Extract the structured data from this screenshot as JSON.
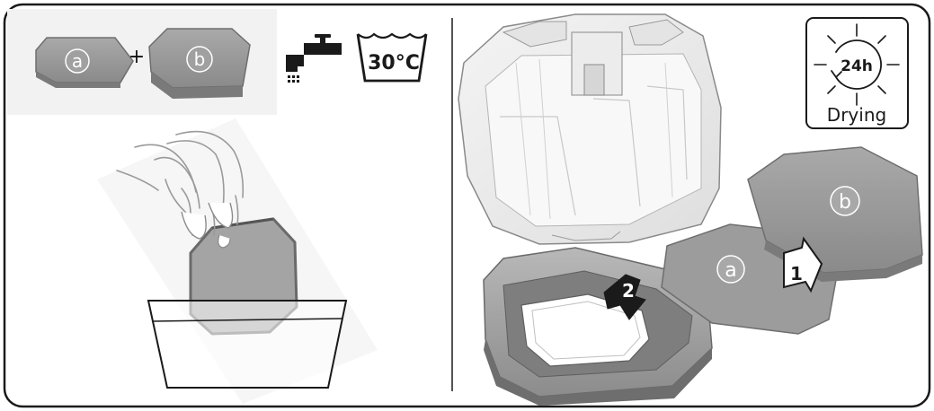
{
  "left_panel": {
    "filter_a_label": "a",
    "plus_sign": "+",
    "filter_b_label": "b",
    "temperature": "30°C",
    "tap_icon": "water-tap-icon",
    "wash_icon": "wash-basin-icon"
  },
  "right_panel": {
    "drying_time": "24h",
    "drying_label": "Drying",
    "sun_icon": "sun-icon",
    "filter_a_label": "a",
    "filter_b_label": "b",
    "step_1": "1",
    "step_2": "2"
  },
  "colors": {
    "frame": "#1a1a1a",
    "filter_fill": "#8f8f8f",
    "filter_edge": "#6e6e6e",
    "container_grey": "#9a9a9a",
    "arrow_dark": "#1a1a1a"
  }
}
